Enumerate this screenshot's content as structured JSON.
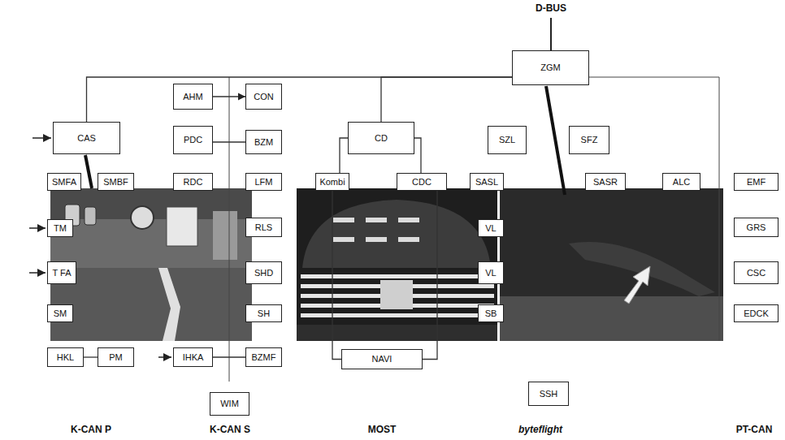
{
  "diagram": {
    "nodes": [
      {
        "text": [
          "ZGM"
        ]
      },
      {
        "text": [
          "AHM"
        ]
      },
      {
        "text": [
          "CON"
        ]
      },
      {
        "text": [
          "CAS"
        ]
      },
      {
        "text": [
          "PDC"
        ]
      },
      {
        "text": [
          "BZM"
        ]
      },
      {
        "text": [
          "CD"
        ]
      },
      {
        "text": [
          "SZL"
        ]
      },
      {
        "text": [
          "SFZ"
        ]
      },
      {
        "text": [
          "SMFA"
        ]
      },
      {
        "text": [
          "SMBF"
        ]
      },
      {
        "text": [
          "RDC"
        ]
      },
      {
        "text": [
          "LFM"
        ]
      },
      {
        "text": [
          "Kombi"
        ]
      },
      {
        "text": [
          "CDC"
        ]
      },
      {
        "text": [
          "SASL"
        ]
      },
      {
        "text": [
          "SASR"
        ]
      },
      {
        "text": [
          "ALC"
        ]
      },
      {
        "text": [
          "EMF"
        ]
      },
      {
        "text": [
          "TM"
        ]
      },
      {
        "text": [
          "RLS"
        ]
      },
      {
        "text": [
          "VL"
        ]
      },
      {
        "text": [
          "GRS"
        ]
      },
      {
        "text": [
          "T FA"
        ]
      },
      {
        "text": [
          "SHD"
        ]
      },
      {
        "text": [
          "VL"
        ]
      },
      {
        "text": [
          "CSC"
        ]
      },
      {
        "text": [
          "SM"
        ]
      },
      {
        "text": [
          "SH"
        ]
      },
      {
        "text": [
          "SB"
        ]
      },
      {
        "text": [
          "EDCK"
        ]
      },
      {
        "text": [
          "HKL"
        ]
      },
      {
        "text": [
          "PM"
        ]
      },
      {
        "text": [
          "IHKA"
        ]
      },
      {
        "text": [
          "BZMF"
        ]
      },
      {
        "text": [
          "NAVI"
        ]
      },
      {
        "text": [
          "SSH"
        ]
      },
      {
        "text": [
          "WIM"
        ]
      }
    ],
    "edges": [
      {
        "from": 0,
        "to": 3,
        "arrow": "none"
      },
      {
        "from": 0,
        "to": 6,
        "arrow": "none"
      },
      {
        "from": 6,
        "to": 13,
        "arrow": "none"
      },
      {
        "from": 6,
        "to": 14,
        "arrow": "none"
      },
      {
        "from": 13,
        "to": 35,
        "arrow": "none"
      },
      {
        "from": 14,
        "to": 35,
        "arrow": "none"
      },
      {
        "from": 1,
        "to": 2,
        "arrow": "to"
      },
      {
        "from": 4,
        "to": 5,
        "arrow": "none"
      },
      {
        "from": 31,
        "to": 32,
        "arrow": "none"
      },
      {
        "from": 33,
        "to": 34,
        "arrow": "none"
      }
    ],
    "labels": [
      "D-BUS",
      "K-CAN P",
      "K-CAN S",
      "MOST",
      "byteflight",
      "PT-CAN"
    ]
  }
}
